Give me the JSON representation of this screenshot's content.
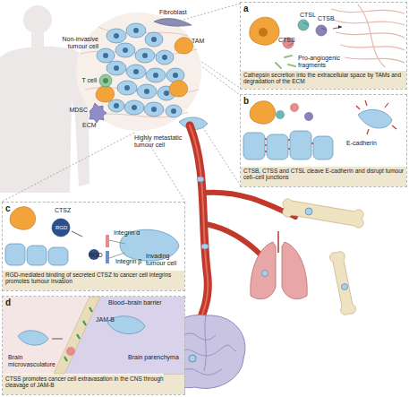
{
  "diagram": {
    "nodes": [
      {
        "text": [
          "a",
          "CTSL",
          "CTSS",
          "CTSB",
          "Pro-angiogenic fragments"
        ]
      },
      {
        "text": [
          "Cathepsin secretion into the extracellular space by TAMs and degradation of the ECM"
        ],
        "in": 0
      },
      {
        "text": [
          "b",
          "E-cadherin"
        ]
      },
      {
        "text": [
          "CTSB, CTSS and CTSL cleave E-cadherin and disrupt tumour cell–cell junctions"
        ],
        "in": 2
      },
      {
        "text": [
          "c",
          "CTSZ",
          "RGD",
          "Integrin α",
          "Integrin β",
          "RGD",
          "Invading tumour cell"
        ]
      },
      {
        "text": [
          "RGD-mediated binding of secreted CTSZ to cancer cell integrins promotes tumour invasion"
        ],
        "in": 4
      },
      {
        "text": [
          "d",
          "Blood–brain barrier",
          "JAM-B",
          "Brain microvasculature",
          "Brain parenchyma"
        ]
      },
      {
        "text": [
          "CTSS promotes cancer cell extravasation in the CNS through cleavage of JAM-B"
        ],
        "in": 6
      }
    ],
    "labels": [
      "Fibroblast",
      "TAM",
      "Non-invasive tumour cell",
      "T cell",
      "MDSC",
      "ECM",
      "Highly metastatic tumour cell"
    ]
  }
}
